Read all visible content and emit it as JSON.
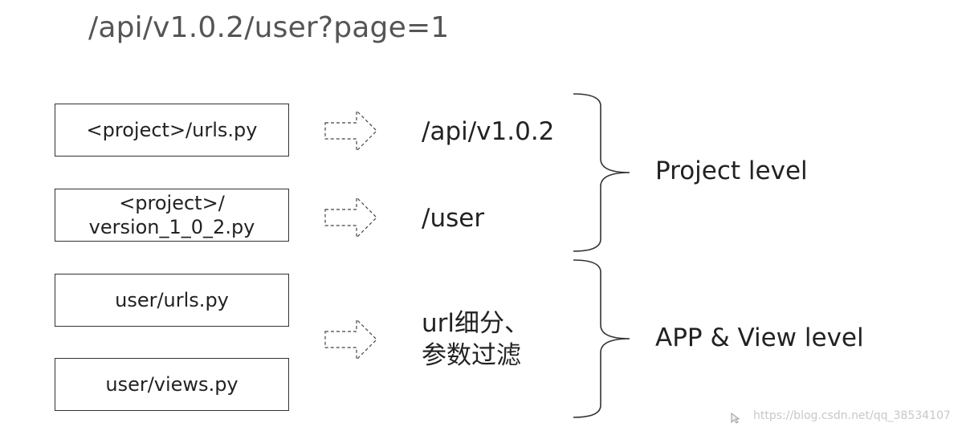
{
  "title": "/api/v1.0.2/user?page=1",
  "boxes": {
    "project_urls": "<project>/urls.py",
    "version_line1": "<project>/",
    "version_line2": "version_1_0_2.py",
    "user_urls": "user/urls.py",
    "user_views": "user/views.py"
  },
  "mapping": {
    "api_prefix": "/api/v1.0.2",
    "user_prefix": "/user",
    "detail_line1": "url细分、",
    "detail_line2": "参数过滤"
  },
  "levels": {
    "project": "Project level",
    "app_view": "APP & View level"
  },
  "watermark": "https://blog.csdn.net/qq_38534107",
  "icons": [
    "dashed-arrow-icon",
    "curly-brace-icon",
    "cursor-icon"
  ]
}
